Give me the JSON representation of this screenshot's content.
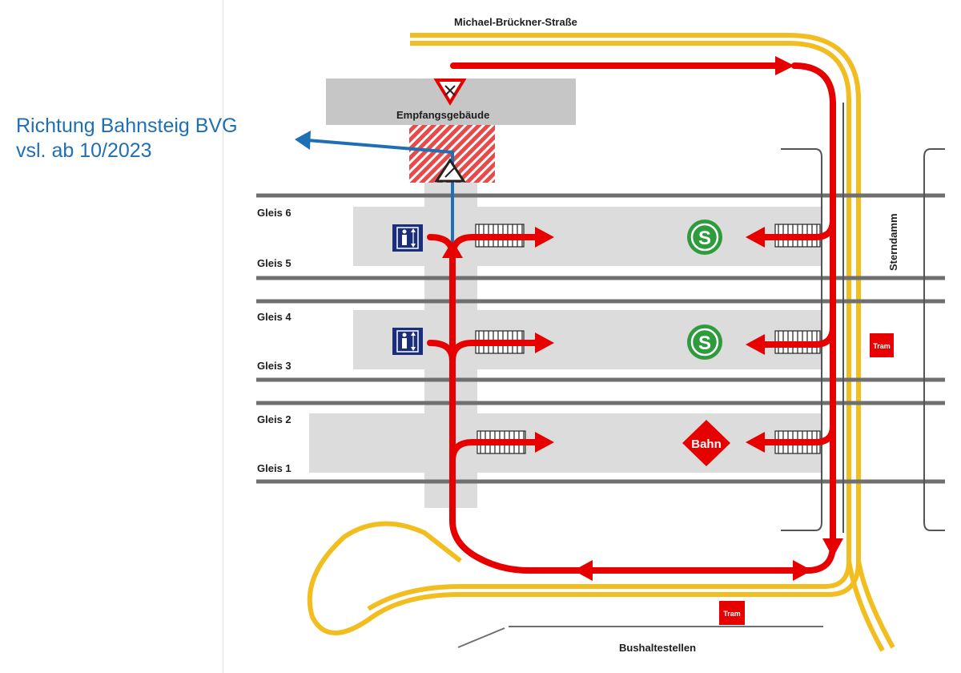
{
  "annotation": {
    "line1": "Richtung Bahnsteig BVG",
    "line2": "vsl. ab 10/2023"
  },
  "streets": {
    "top": "Michael-Brückner-Straße",
    "right": "Sterndamm",
    "bottom": "Bushaltestellen"
  },
  "building": "Empfangsgebäude",
  "tracks": [
    "Gleis 6",
    "Gleis 5",
    "Gleis 4",
    "Gleis 3",
    "Gleis 2",
    "Gleis 1"
  ],
  "symbols": {
    "sbahn": "S",
    "bahn": "Bahn",
    "tram": "Tram"
  },
  "colors": {
    "route": "#e60000",
    "road": "#f2bd1f",
    "platform": "#dcdcdc",
    "rail": "#6f6f6f",
    "bvg": "#1f6fb4",
    "sbahn": "#2e9b3c",
    "lift": "#1b2e7a"
  }
}
